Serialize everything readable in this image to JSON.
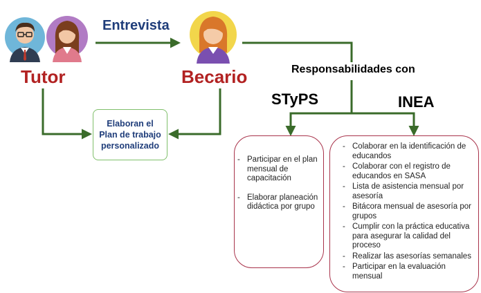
{
  "nodes": {
    "tutor": "Tutor",
    "becario": "Becario",
    "plan": "Elaboran el Plan de trabajo personalizado",
    "styps": "STyPS",
    "inea": "INEA"
  },
  "edge_labels": {
    "entrevista": "Entrevista",
    "responsabilidades": "Responsabilidades con"
  },
  "styps_tasks": [
    "Participar en el plan mensual de capacitación",
    "Elaborar planeación didáctica por grupo"
  ],
  "inea_tasks": [
    "Colaborar en la identificación de educandos",
    "Colaborar con el registro de educandos en SASA",
    "Lista de asistencia mensual por asesoría",
    "Bitácora mensual de asesoría por grupos",
    "Cumplir con la práctica educativa para asegurar la calidad del proceso",
    "Realizar las asesorías semanales",
    "Participar en la  evaluación mensual"
  ],
  "icons": [
    "man-avatar-icon",
    "woman-avatar-icon",
    "becario-avatar-icon"
  ],
  "colors": {
    "arrow": "#3a6b2a",
    "node_label": "#b22222",
    "edge_label": "#1f3d7a",
    "card_border": "#a8324a",
    "plan_border": "#7fbf6a"
  }
}
